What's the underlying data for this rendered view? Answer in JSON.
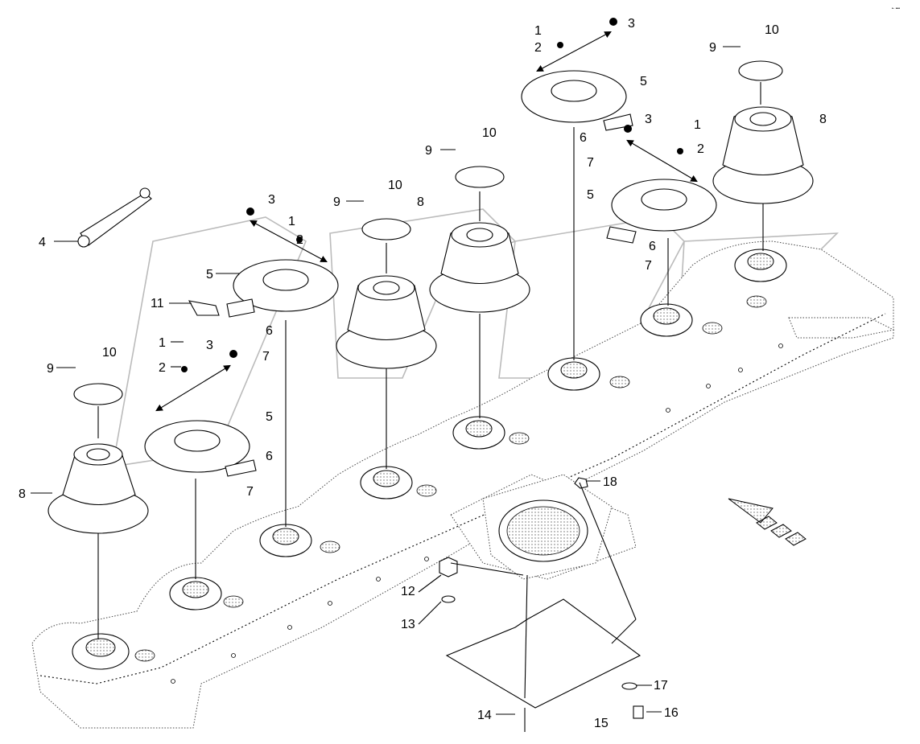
{
  "corner_code": "•· •••",
  "callouts": [
    {
      "id": "c1a",
      "text": "1"
    },
    {
      "id": "c2a",
      "text": "2"
    },
    {
      "id": "c3a",
      "text": "3"
    },
    {
      "id": "c4",
      "text": "4"
    },
    {
      "id": "c5a",
      "text": "5"
    },
    {
      "id": "c6a",
      "text": "6"
    },
    {
      "id": "c7a",
      "text": "7"
    },
    {
      "id": "c11",
      "text": "11"
    },
    {
      "id": "c1b",
      "text": "1"
    },
    {
      "id": "c2b",
      "text": "2"
    },
    {
      "id": "c3b",
      "text": "3"
    },
    {
      "id": "c9a",
      "text": "9"
    },
    {
      "id": "c10a",
      "text": "10"
    },
    {
      "id": "c5b",
      "text": "5"
    },
    {
      "id": "c6b",
      "text": "6"
    },
    {
      "id": "c7b",
      "text": "7"
    },
    {
      "id": "c8a",
      "text": "8"
    },
    {
      "id": "c9b",
      "text": "9"
    },
    {
      "id": "c10b",
      "text": "10"
    },
    {
      "id": "c8b",
      "text": "8"
    },
    {
      "id": "c9c",
      "text": "9"
    },
    {
      "id": "c10c",
      "text": "10"
    },
    {
      "id": "c1c",
      "text": "1"
    },
    {
      "id": "c2c",
      "text": "2"
    },
    {
      "id": "c3c",
      "text": "3"
    },
    {
      "id": "c5c",
      "text": "5"
    },
    {
      "id": "c6c",
      "text": "6"
    },
    {
      "id": "c7c",
      "text": "7"
    },
    {
      "id": "c9d",
      "text": "9"
    },
    {
      "id": "c10d",
      "text": "10"
    },
    {
      "id": "c8c",
      "text": "8"
    },
    {
      "id": "c1d",
      "text": "1"
    },
    {
      "id": "c2d",
      "text": "2"
    },
    {
      "id": "c3d",
      "text": "3"
    },
    {
      "id": "c5d",
      "text": "5"
    },
    {
      "id": "c6d",
      "text": "6"
    },
    {
      "id": "c7d",
      "text": "7"
    },
    {
      "id": "c18",
      "text": "18"
    },
    {
      "id": "c12",
      "text": "12"
    },
    {
      "id": "c13",
      "text": "13"
    },
    {
      "id": "c14",
      "text": "14"
    },
    {
      "id": "c15",
      "text": "15"
    },
    {
      "id": "c16",
      "text": "16"
    },
    {
      "id": "c17",
      "text": "17"
    }
  ]
}
